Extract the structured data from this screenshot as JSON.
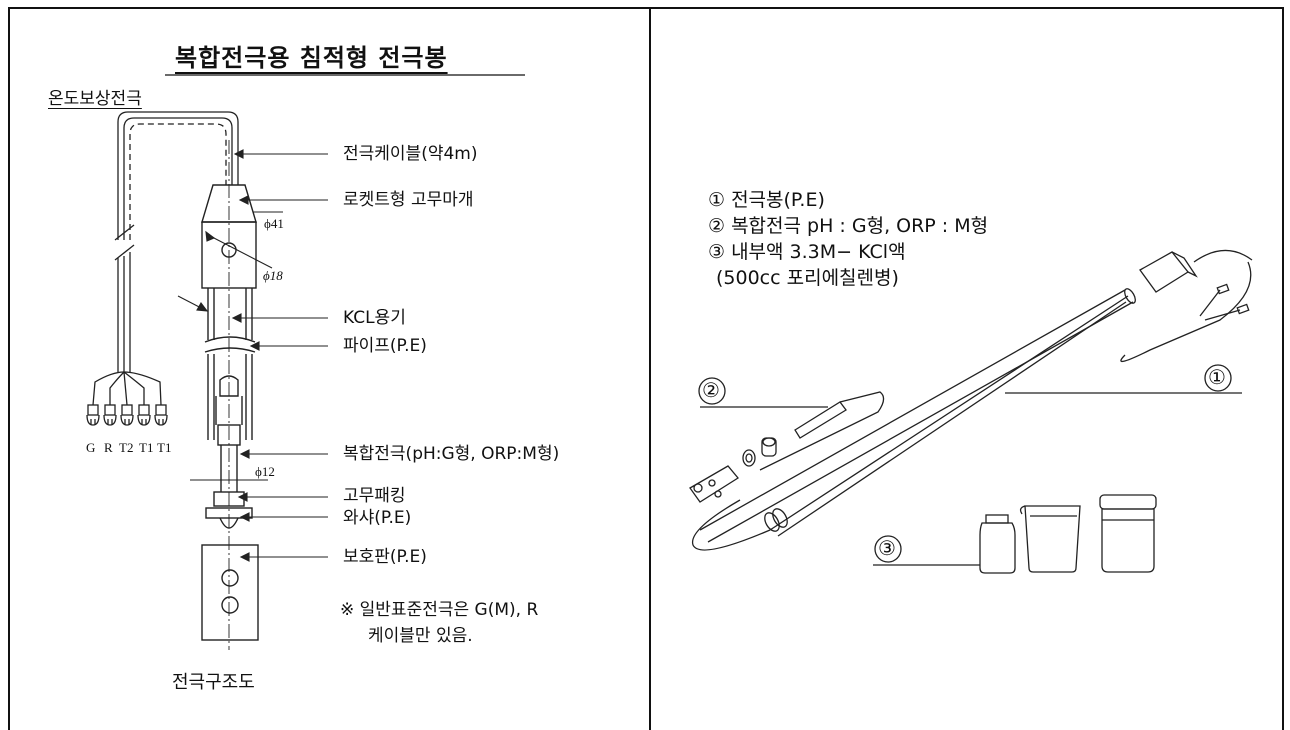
{
  "left_panel": {
    "title": "복합전극용 침적형 전극봉",
    "subtitle": "온도보상전극",
    "labels": {
      "cable": "전극케이블(약4m)",
      "stopper": "로켓트형 고무마개",
      "phi41": "ϕ41",
      "phi18": "ϕ18",
      "kcl": "KCL용기",
      "pipe": "파이프(P.E)",
      "electrode": "복합전극(pH:G형, ORP:M형)",
      "phi12": "ϕ12",
      "packing": "고무패킹",
      "washer": "와샤(P.E)",
      "guard": "보호판(P.E)",
      "note_line1": "※ 일반표준전극은 G(M), R",
      "note_line2": "케이블만 있음.",
      "caption": "전극구조도"
    },
    "terminals": [
      "G",
      "R",
      "T2",
      "T1",
      "T1"
    ]
  },
  "right_panel": {
    "list": [
      "① 전극봉(P.E)",
      "② 복합전극 pH : G형, ORP : M형",
      "③ 내부액 3.3M− KCl액",
      "(500cc 포리에칠렌병)"
    ],
    "callouts": [
      "①",
      "②",
      "③"
    ]
  }
}
